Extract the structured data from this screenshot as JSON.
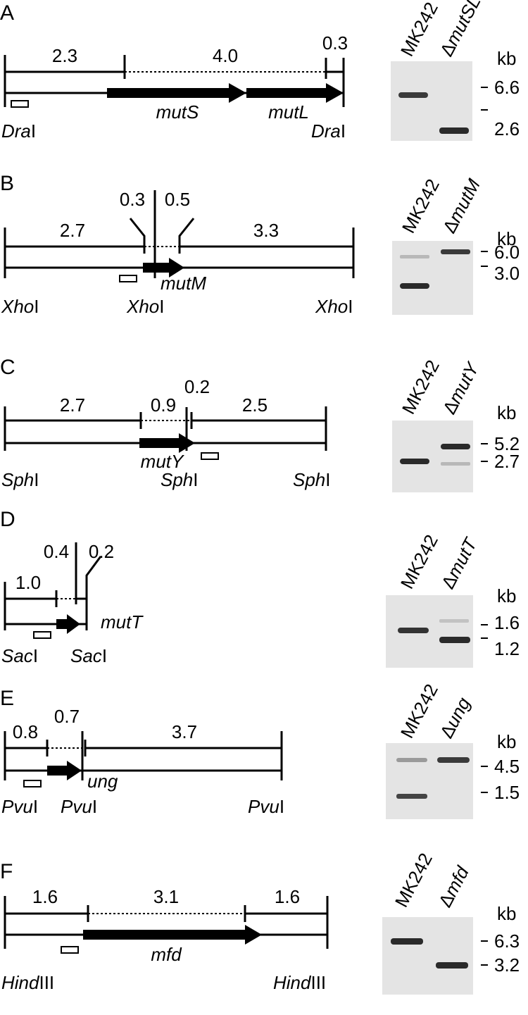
{
  "kb_label": "kb",
  "wild_type": "MK242",
  "delta_symbol": "Δ",
  "panels": [
    {
      "letter": "A",
      "segments": [
        "2.3",
        "4.0",
        "0.3"
      ],
      "genes": [
        "mutS",
        "mutL"
      ],
      "site_italic": "Dra",
      "site_suffix": "I",
      "mutant": "mutSL",
      "bands": [
        "6.6",
        "2.6"
      ]
    },
    {
      "letter": "B",
      "segments": [
        "2.7",
        "0.3",
        "0.5",
        "3.3"
      ],
      "genes": [
        "mutM"
      ],
      "site_italic": "Xho",
      "site_suffix": "I",
      "mutant": "mutM",
      "bands": [
        "6.0",
        "3.0"
      ]
    },
    {
      "letter": "C",
      "segments": [
        "2.7",
        "0.9",
        "0.2",
        "2.5"
      ],
      "genes": [
        "mutY"
      ],
      "site_italic": "Sph",
      "site_suffix": "I",
      "mutant": "mutY",
      "bands": [
        "5.2",
        "2.7"
      ]
    },
    {
      "letter": "D",
      "segments": [
        "1.0",
        "0.4",
        "0.2"
      ],
      "genes": [
        "mutT"
      ],
      "site_italic": "Sac",
      "site_suffix": "I",
      "mutant": "mutT",
      "bands": [
        "1.6",
        "1.2"
      ]
    },
    {
      "letter": "E",
      "segments": [
        "0.8",
        "0.7",
        "3.7"
      ],
      "genes": [
        "ung"
      ],
      "site_italic": "Pvu",
      "site_suffix": "I",
      "mutant": "ung",
      "bands": [
        "4.5",
        "1.5"
      ]
    },
    {
      "letter": "F",
      "segments": [
        "1.6",
        "3.1",
        "1.6"
      ],
      "genes": [
        "mfd"
      ],
      "site_italic": "Hind",
      "site_suffix": "III",
      "mutant": "mfd",
      "bands": [
        "6.3",
        "3.2"
      ]
    }
  ]
}
